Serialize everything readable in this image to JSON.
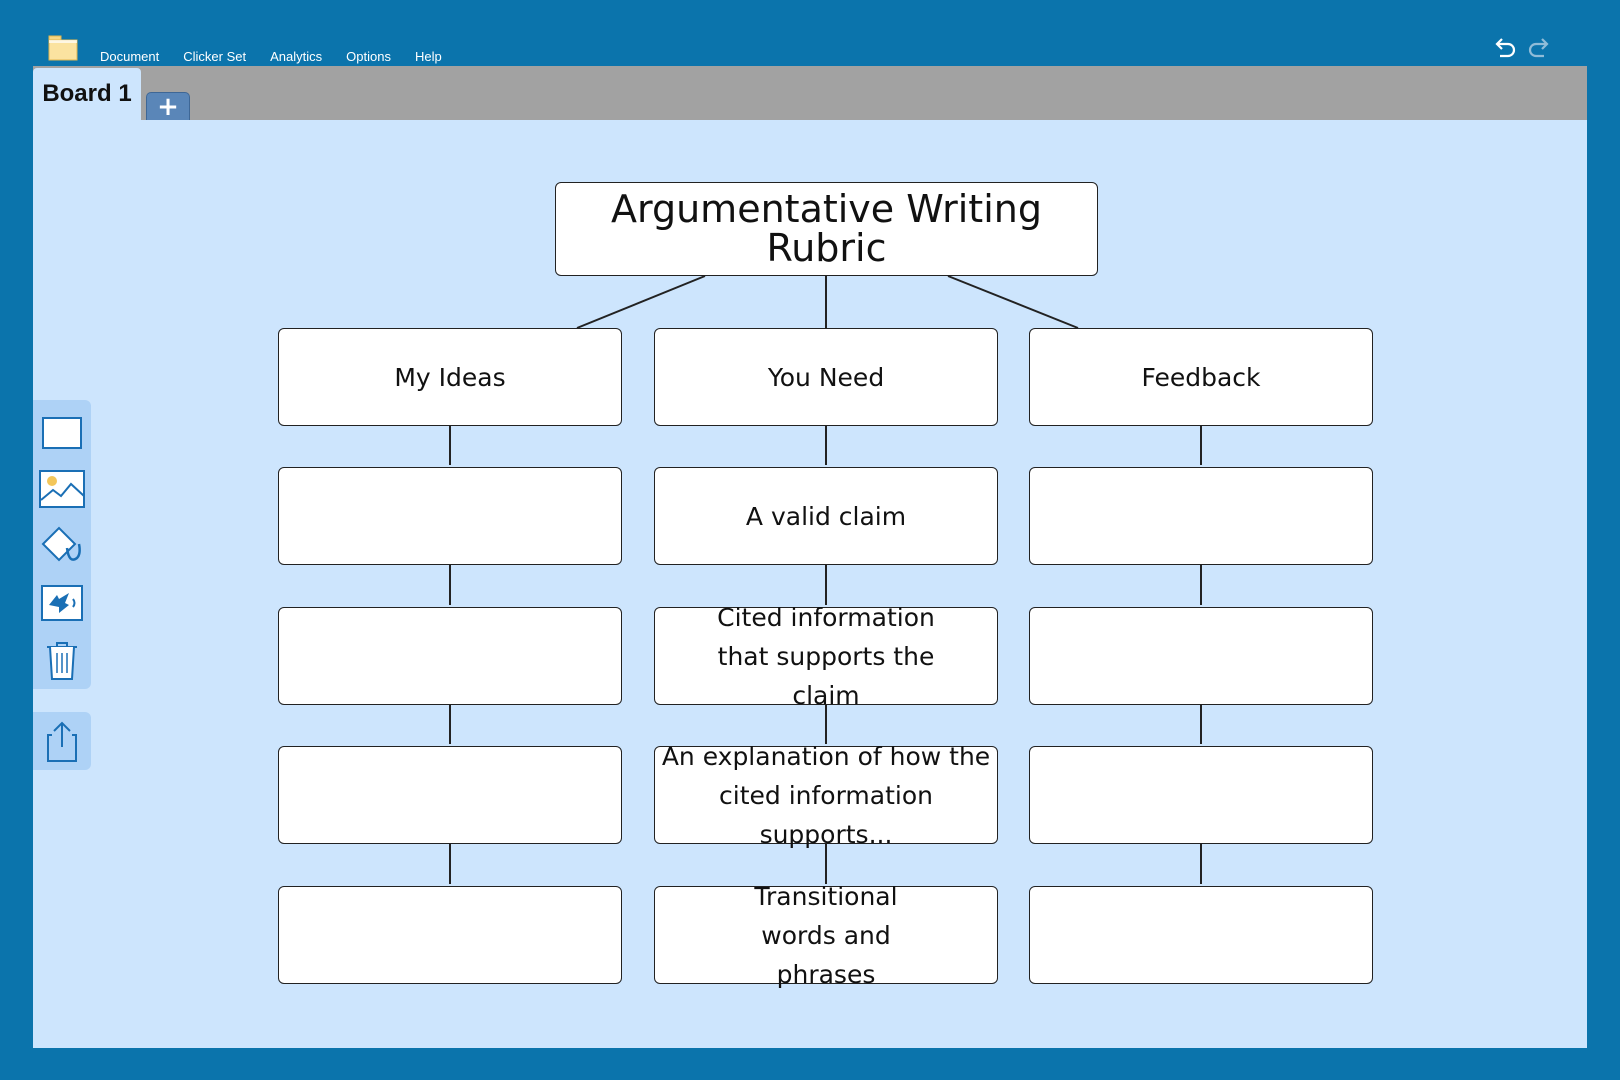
{
  "menu": {
    "items": [
      "Document",
      "Clicker Set",
      "Analytics",
      "Options",
      "Help"
    ]
  },
  "tabs": {
    "active_label": "Board 1",
    "add_label": "+"
  },
  "rubric": {
    "title": "Argumentative Writing Rubric",
    "columns": [
      {
        "header": "My Ideas",
        "cells": [
          "",
          "",
          "",
          ""
        ]
      },
      {
        "header": "You Need",
        "cells": [
          "A valid claim",
          "Cited information that supports the claim",
          "An explanation of how the cited information supports...",
          "Transitional words and phrases"
        ]
      },
      {
        "header": "Feedback",
        "cells": [
          "",
          "",
          "",
          ""
        ]
      }
    ]
  },
  "toolbar": {
    "tools": [
      "rectangle-icon",
      "image-icon",
      "fill-bucket-icon",
      "speech-icon",
      "trash-icon"
    ],
    "share": "share-icon"
  },
  "colors": {
    "frame": "#0b74ac",
    "canvas": "#cde5fd",
    "tabstrip": "#a2a2a2",
    "toolbar": "#aed2f6"
  }
}
